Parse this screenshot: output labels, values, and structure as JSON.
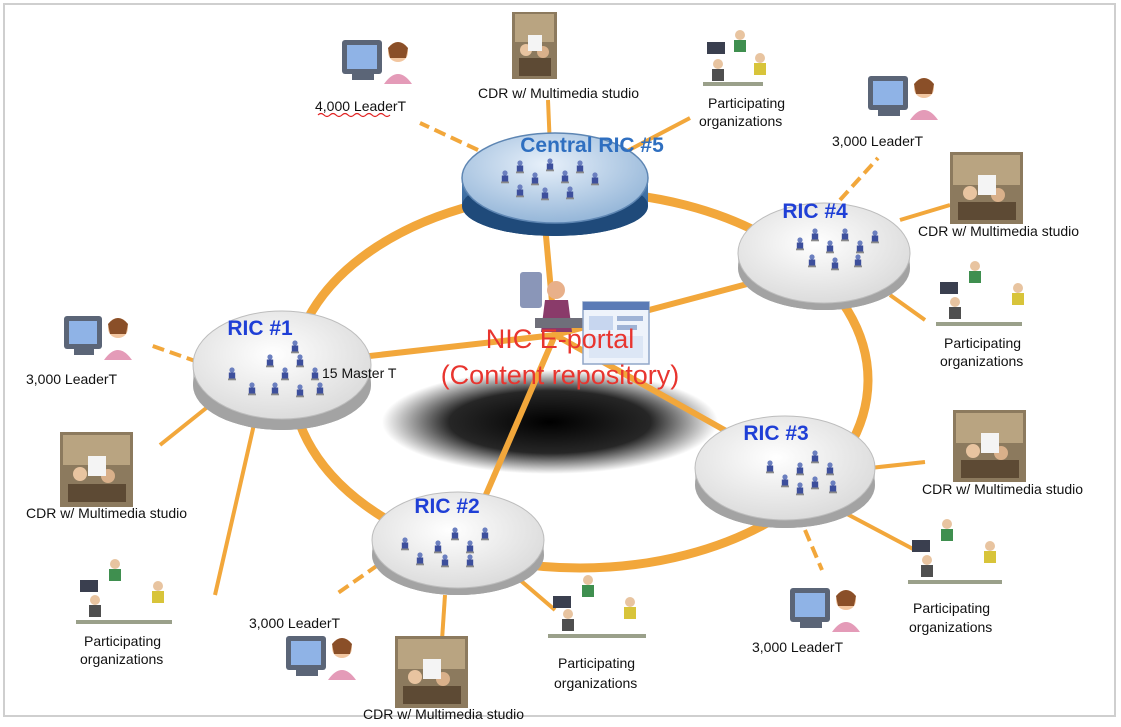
{
  "colors": {
    "ring": "#f2a73b",
    "link": "#f2a73b",
    "ric_label": "#1f3fd6",
    "central_label": "#2f6fc0",
    "nic_label": "#e8352f",
    "disk_top": "#ececec",
    "central_disk": "#8fb2d6"
  },
  "hubs": {
    "central": {
      "label": "Central RIC #5"
    },
    "ric1": {
      "label": "RIC #1",
      "note": "15 Master T"
    },
    "ric2": {
      "label": "RIC #2"
    },
    "ric3": {
      "label": "RIC #3"
    },
    "ric4": {
      "label": "RIC #4"
    }
  },
  "nic": {
    "line1": "NIC E-portal",
    "line2": "(Content repository)"
  },
  "nodes": {
    "central_leader": "4,000 LeaderT",
    "central_cdr": "CDR w/ Multimedia studio",
    "central_org1": "Participating",
    "central_org2": "organizations",
    "ric4_leader": "3,000 LeaderT",
    "ric4_cdr": "CDR w/ Multimedia studio",
    "ric4_org1": "Participating",
    "ric4_org2": "organizations",
    "ric1_leader": "3,000 LeaderT",
    "ric1_cdr": "CDR w/ Multimedia studio",
    "ric1_org1": "Participating",
    "ric1_org2": "organizations",
    "ric2_leader": "3,000 LeaderT",
    "ric2_cdr": "CDR w/ Multimedia studio",
    "ric2_org1": "Participating",
    "ric2_org2": "organizations",
    "ric3_leader": "3,000 LeaderT",
    "ric3_cdr": "CDR w/ Multimedia studio",
    "ric3_org1": "Participating",
    "ric3_org2": "organizations"
  }
}
